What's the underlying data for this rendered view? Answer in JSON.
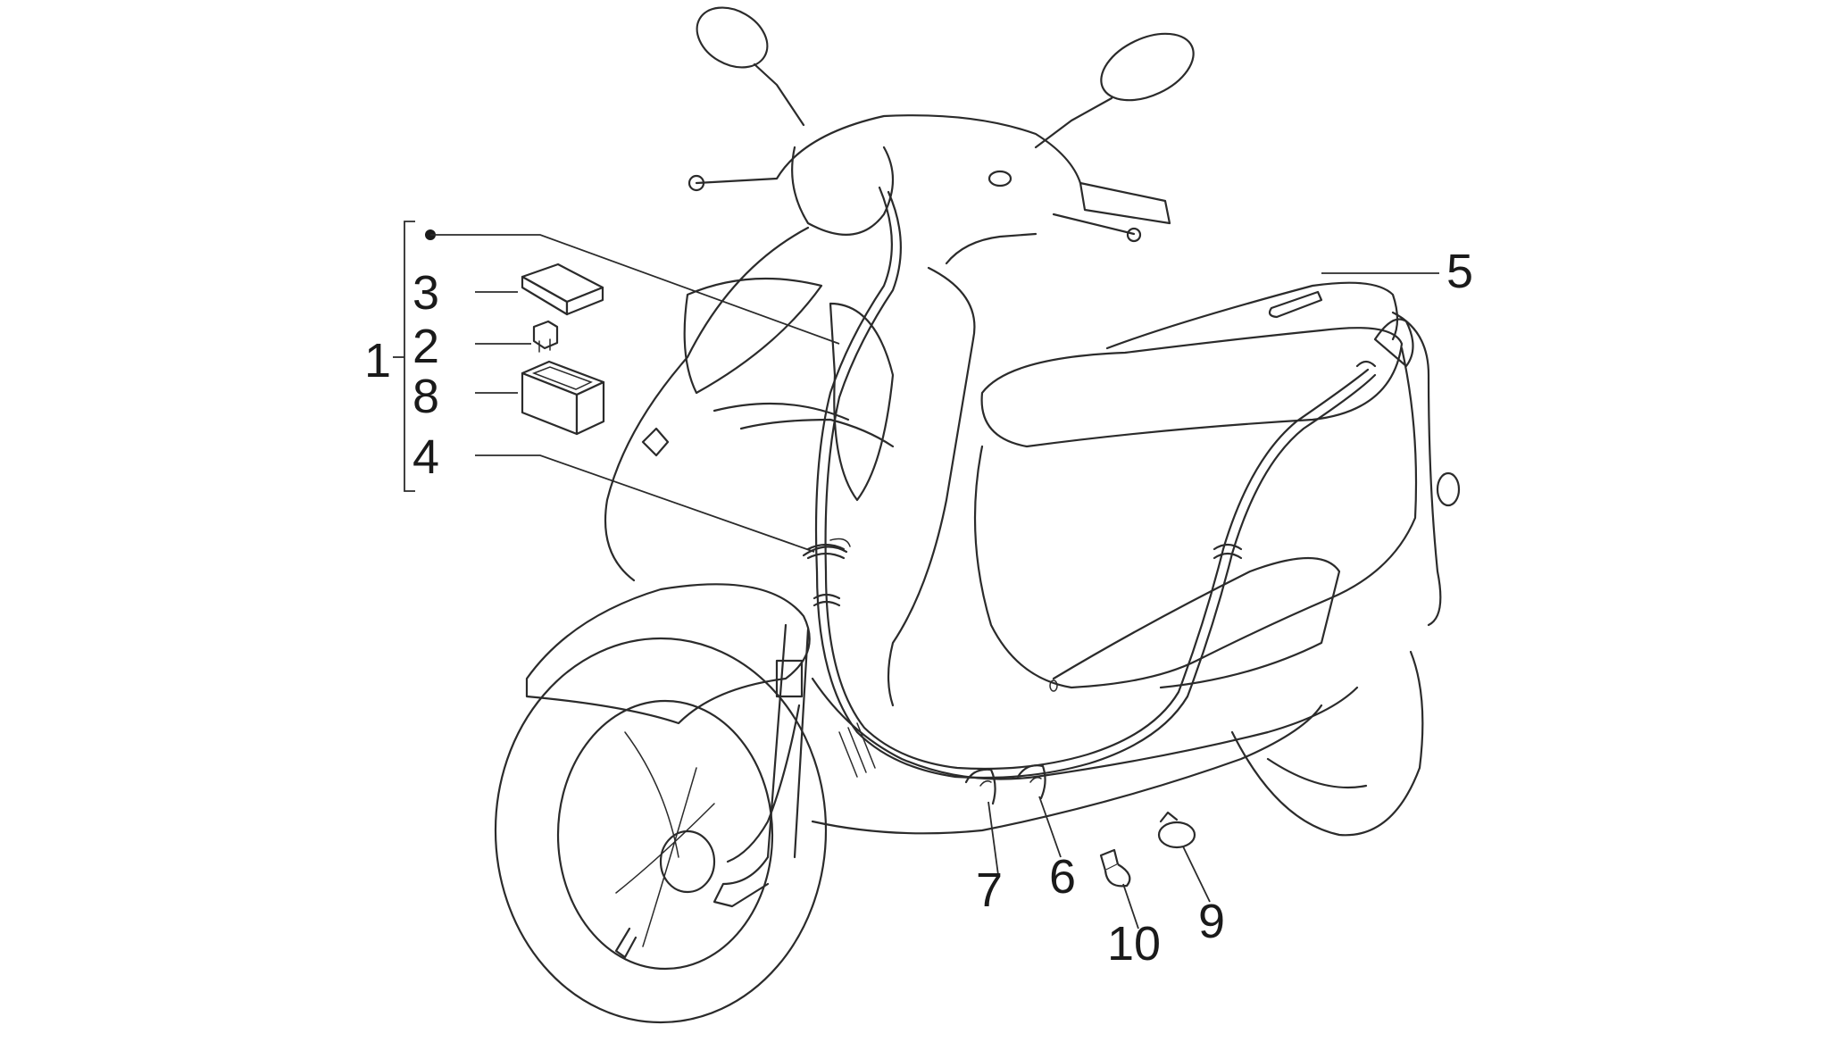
{
  "callouts": {
    "c1": "1",
    "c2": "2",
    "c3": "3",
    "c4": "4",
    "c5": "5",
    "c6": "6",
    "c7": "7",
    "c8": "8",
    "c9": "9",
    "c10": "10"
  },
  "colors": {
    "line": "#2b2b2b",
    "background": "#ffffff"
  }
}
